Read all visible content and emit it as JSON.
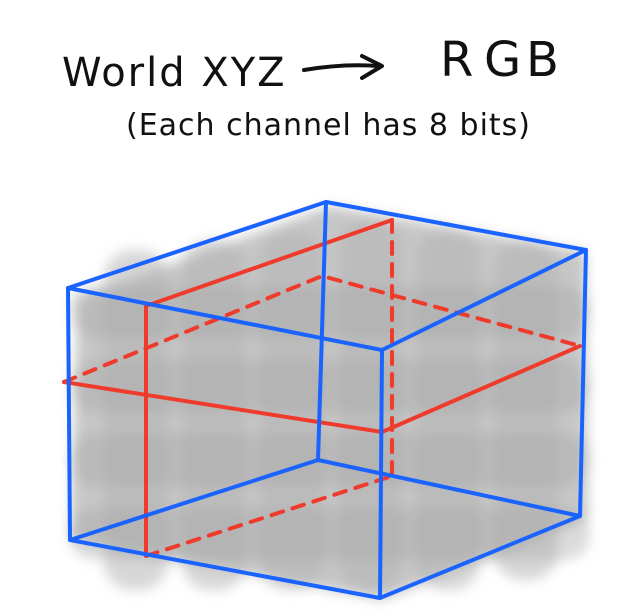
{
  "header": {
    "title_left": "World XYZ",
    "arrow": "→",
    "rgb": {
      "r": "R",
      "g": "G",
      "b": "B"
    },
    "subtitle": "(Each channel has 8 bits)"
  },
  "colors": {
    "ink": "#111111",
    "red": "#e53935",
    "green": "#43a047",
    "blue": "#1565ff",
    "cube_blue": "#1a63ff",
    "slice_red": "#ef3b2c",
    "gray_fill": "#bdbdbd"
  }
}
